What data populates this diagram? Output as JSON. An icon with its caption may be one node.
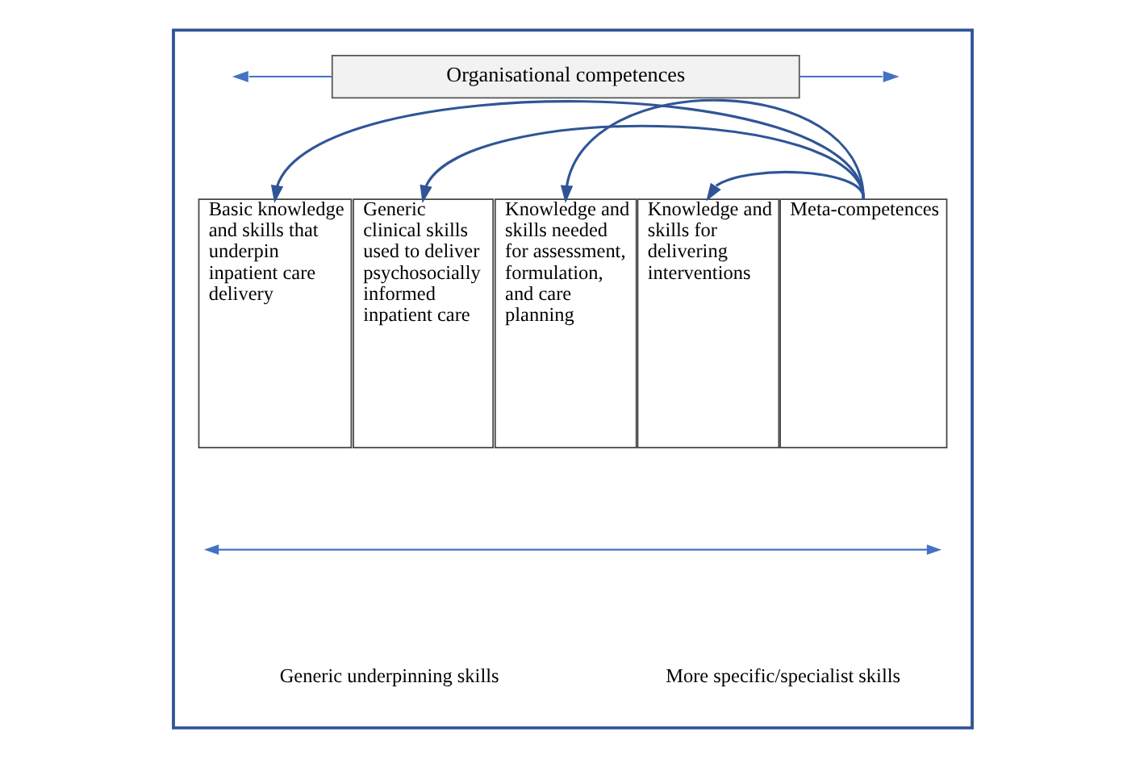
{
  "diagram": {
    "nodes": [
      {
        "text": [],
        "shape": "box"
      },
      {
        "text": [
          "Organisational competences"
        ],
        "in": 0
      },
      {
        "text": [
          "Basic knowledge and skills that underpin inpatient care delivery"
        ],
        "in": 0
      },
      {
        "text": [
          "Generic clinical skills used to deliver psychosocially informed inpatient care"
        ],
        "in": 0
      },
      {
        "text": [
          "Knowledge and skills needed for assessment, formulation, and care planning"
        ],
        "in": 0
      },
      {
        "text": [
          "Knowledge and skills for delivering interventions"
        ],
        "in": 0
      },
      {
        "text": [
          "Meta-competences"
        ],
        "in": 0
      }
    ],
    "edges": [
      {
        "from": 1,
        "to": null,
        "arrow": "to",
        "color": "#4472c4"
      },
      {
        "from": 1,
        "to": null,
        "arrow": "to",
        "color": "#4472c4"
      },
      {
        "from": 6,
        "to": 2,
        "arrow": "to"
      },
      {
        "from": 6,
        "to": 3,
        "arrow": "to"
      },
      {
        "from": 6,
        "to": 4,
        "arrow": "to"
      },
      {
        "from": 6,
        "to": 5,
        "arrow": "to"
      }
    ],
    "labels": [
      "Generic underpinning skills",
      "More specific/specialist skills"
    ]
  }
}
